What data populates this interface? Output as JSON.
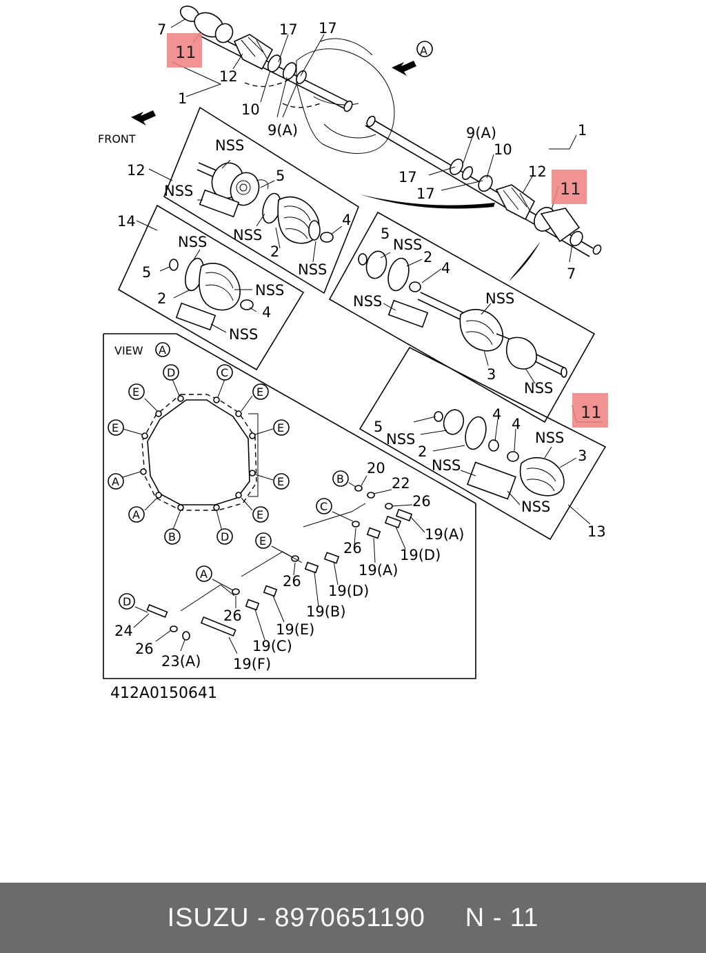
{
  "diagram": {
    "front_label": "FRONT",
    "view_label": "VIEW",
    "view_letter": "A",
    "view_arrow_letter": "A",
    "drawing_id": "412A0150641",
    "highlight_label": "11",
    "nss": "NSS",
    "callouts": {
      "n1": "1",
      "n2": "2",
      "n3": "3",
      "n4": "4",
      "n5": "5",
      "n7": "7",
      "n9a": "9(A)",
      "n10": "10",
      "n12": "12",
      "n13": "13",
      "n14": "14",
      "n17": "17",
      "n19a": "19(A)",
      "n19b": "19(B)",
      "n19c": "19(C)",
      "n19d": "19(D)",
      "n19e": "19(E)",
      "n19f": "19(F)",
      "n20": "20",
      "n22": "22",
      "n23a": "23(A)",
      "n24": "24",
      "n26": "26"
    },
    "hole_letters": {
      "a": "A",
      "b": "B",
      "c": "C",
      "d": "D",
      "e": "E"
    }
  },
  "footer": {
    "text": "ISUZU - 8970651190     N - 11"
  }
}
